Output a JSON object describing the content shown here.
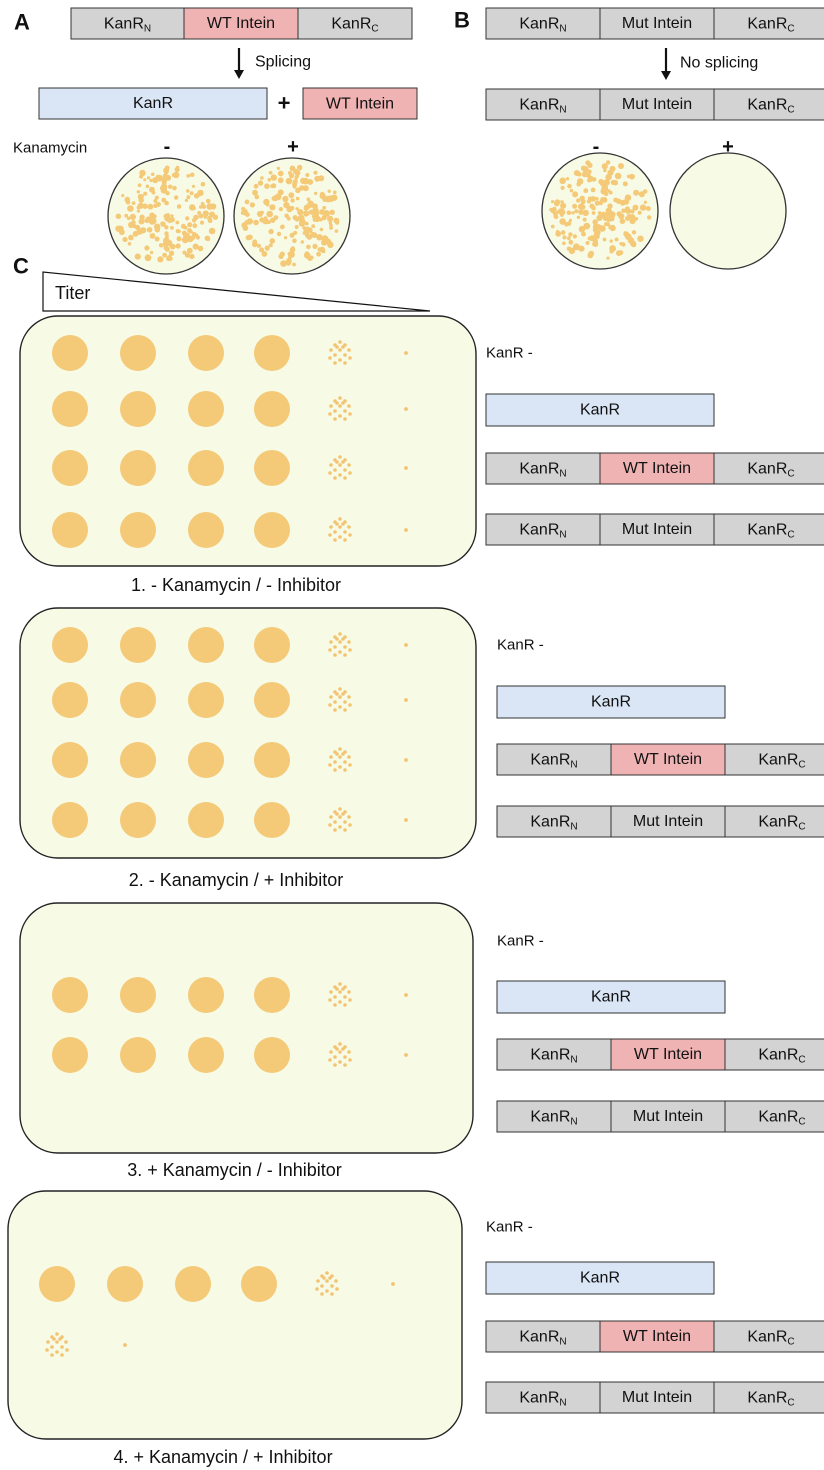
{
  "panels": {
    "A": "A",
    "B": "B",
    "C": "C"
  },
  "segments": {
    "kanr_n": {
      "base": "KanR",
      "sub": "N"
    },
    "kanr_c": {
      "base": "KanR",
      "sub": "C"
    },
    "wt_intein": "WT Intein",
    "mut_intein": "Mut Intein",
    "kanr": "KanR"
  },
  "panel_a": {
    "arrow_label": "Splicing",
    "plus": "+",
    "kanamycin_label": "Kanamycin",
    "dish_minus": "-",
    "dish_plus": "+"
  },
  "panel_b": {
    "arrow_label": "No splicing",
    "dish_minus": "-",
    "dish_plus": "+"
  },
  "panel_c": {
    "titer_label": "Titer",
    "legend_first_row": "KanR -",
    "plates": [
      {
        "caption": "1. - Kanamycin / - Inhibitor",
        "rows": [
          "full",
          "full",
          "full",
          "full"
        ]
      },
      {
        "caption": "2. - Kanamycin / + Inhibitor",
        "rows": [
          "full",
          "full",
          "full",
          "full"
        ]
      },
      {
        "caption": "3. + Kanamycin / - Inhibitor",
        "rows": [
          "none",
          "full",
          "full",
          "none"
        ]
      },
      {
        "caption": "4. + Kanamycin / + Inhibitor",
        "rows": [
          "none",
          "full",
          "partial",
          "none"
        ]
      }
    ]
  },
  "colors": {
    "segment_gray": "#d3d3d3",
    "intein_pink": "#f0b3b4",
    "kanr_blue": "#dae6f6",
    "plate_fill": "#f7fbe6",
    "colony": "#f4c978",
    "colony_dot": "#f3c372",
    "outline": "#333333"
  }
}
